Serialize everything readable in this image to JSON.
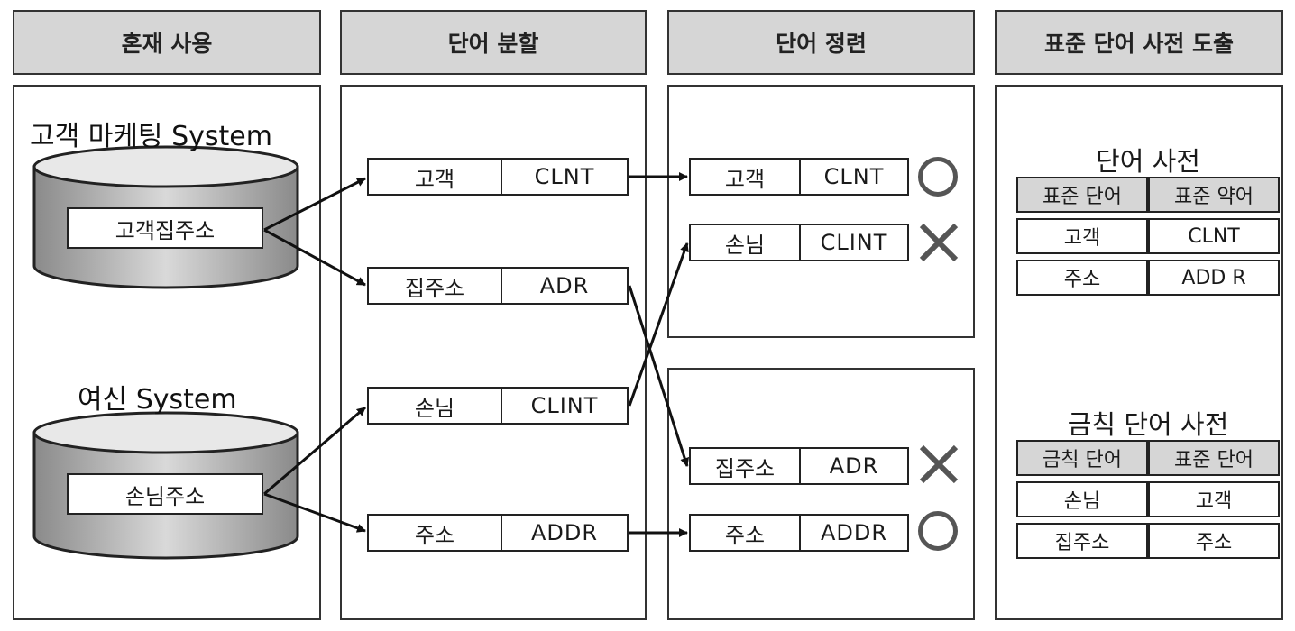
{
  "headers": [
    "혼재 사용",
    "단어 분할",
    "단어 정련",
    "표준 단어 사전 도출"
  ],
  "systems": [
    {
      "name": "고객 마케팅 System",
      "field": "고객집주소"
    },
    {
      "name": "여신 System",
      "field": "손님주소"
    }
  ],
  "split": [
    {
      "word": "고객",
      "abbr": "CLNT"
    },
    {
      "word": "집주소",
      "abbr": "ADR"
    },
    {
      "word": "손님",
      "abbr": "CLINT"
    },
    {
      "word": "주소",
      "abbr": "ADDR"
    }
  ],
  "refine": [
    {
      "word": "고객",
      "abbr": "CLNT",
      "result": "O"
    },
    {
      "word": "손님",
      "abbr": "CLINT",
      "result": "X"
    },
    {
      "word": "집주소",
      "abbr": "ADR",
      "result": "X"
    },
    {
      "word": "주소",
      "abbr": "ADDR",
      "result": "O"
    }
  ],
  "dict_std": {
    "title": "단어 사전",
    "headers": [
      "표준 단어",
      "표준 약어"
    ],
    "rows": [
      [
        "고객",
        "CLNT"
      ],
      [
        "주소",
        "ADD R"
      ]
    ]
  },
  "dict_banned": {
    "title": "금칙 단어 사전",
    "headers": [
      "금칙 단어",
      "표준 단어"
    ],
    "rows": [
      [
        "손님",
        "고객"
      ],
      [
        "집주소",
        "주소"
      ]
    ]
  }
}
